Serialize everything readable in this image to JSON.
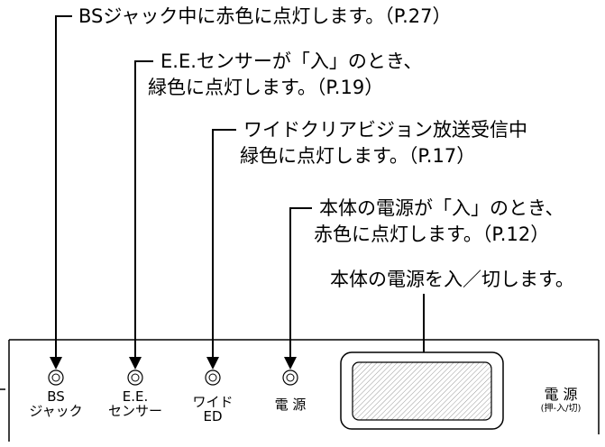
{
  "callouts": {
    "bs": [
      "BSジャック中に赤色に点灯します。（P.27）"
    ],
    "ee": [
      "E.E.センサーが「入」のとき、",
      "緑色に点灯します。（P.19）"
    ],
    "wide": [
      "ワイドクリアビジョン放送受信中",
      "緑色に点灯します。（P.17）"
    ],
    "power_led": [
      "本体の電源が「入」のとき、",
      "赤色に点灯します。（P.12）"
    ],
    "power_button": [
      "本体の電源を入／切します。"
    ]
  },
  "panel_labels": {
    "bs": [
      "BS",
      "ジャック"
    ],
    "ee": [
      "E.E.",
      "センサー"
    ],
    "wide": [
      "ワイド",
      "ED"
    ],
    "power_led": [
      "電 源"
    ],
    "power_button": [
      "電 源",
      "(押-入/切)"
    ]
  }
}
